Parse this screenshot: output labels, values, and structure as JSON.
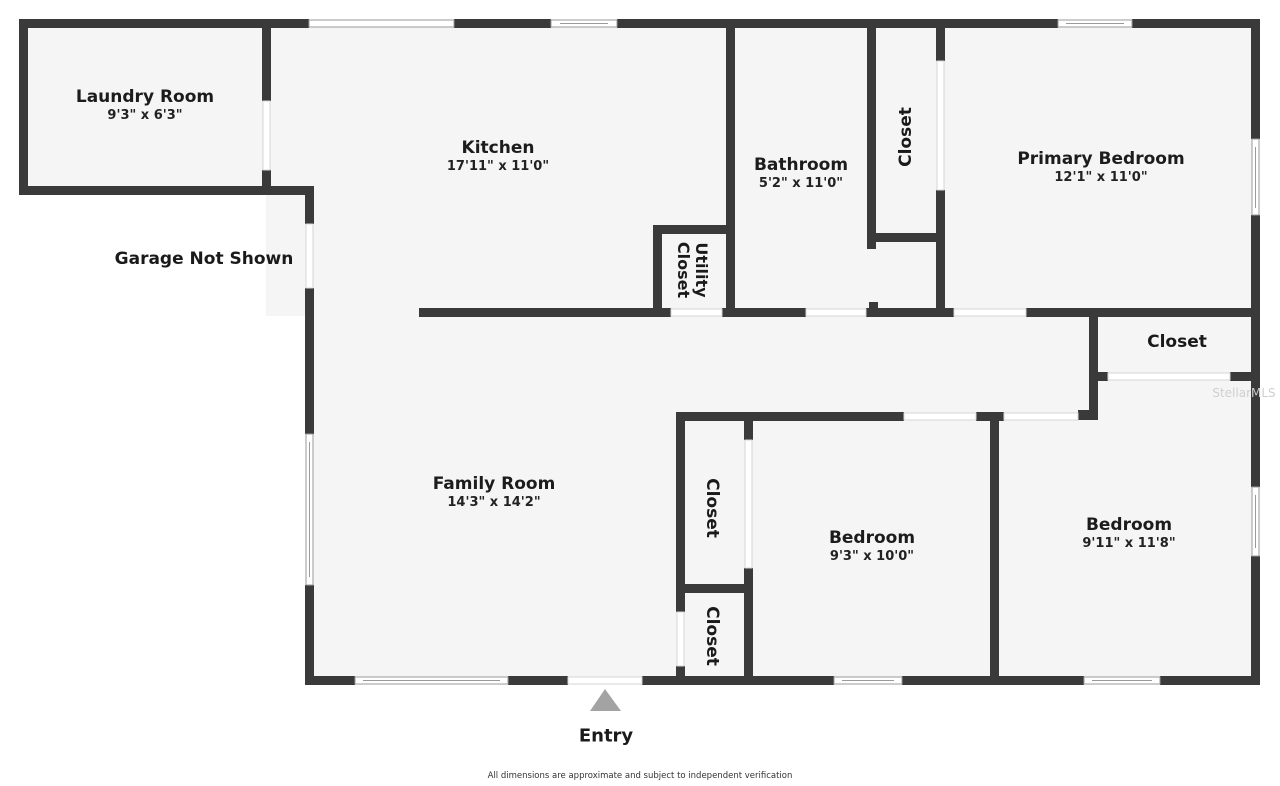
{
  "colors": {
    "wall": "#3a3a3a",
    "floor": "#f5f5f5",
    "background": "#ffffff",
    "entry_marker": "#a3a3a3",
    "text": "#1c1c1c"
  },
  "rooms": [
    {
      "id": "laundry",
      "name": "Laundry Room",
      "dimensions": "9'3\" x 6'3\""
    },
    {
      "id": "kitchen",
      "name": "Kitchen",
      "dimensions": "17'11\" x 11'0\""
    },
    {
      "id": "bathroom",
      "name": "Bathroom",
      "dimensions": "5'2\" x 11'0\""
    },
    {
      "id": "primary_bedroom",
      "name": "Primary Bedroom",
      "dimensions": "12'1\" x 11'0\""
    },
    {
      "id": "family_room",
      "name": "Family Room",
      "dimensions": "14'3\" x 14'2\""
    },
    {
      "id": "bedroom_2",
      "name": "Bedroom",
      "dimensions": "9'3\" x 10'0\""
    },
    {
      "id": "bedroom_3",
      "name": "Bedroom",
      "dimensions": "9'11\" x 11'8\""
    }
  ],
  "closets": {
    "primary_closet": "Closet",
    "utility_closet_line1": "Utility",
    "utility_closet_line2": "Closet",
    "hall_closet": "Closet",
    "bedroom_closet_upper": "Closet",
    "bedroom_closet_lower": "Closet"
  },
  "annotations": {
    "garage": "Garage Not Shown",
    "entry": "Entry",
    "disclaimer": "All dimensions are approximate and subject to independent verification",
    "watermark": "StellarMLS"
  }
}
